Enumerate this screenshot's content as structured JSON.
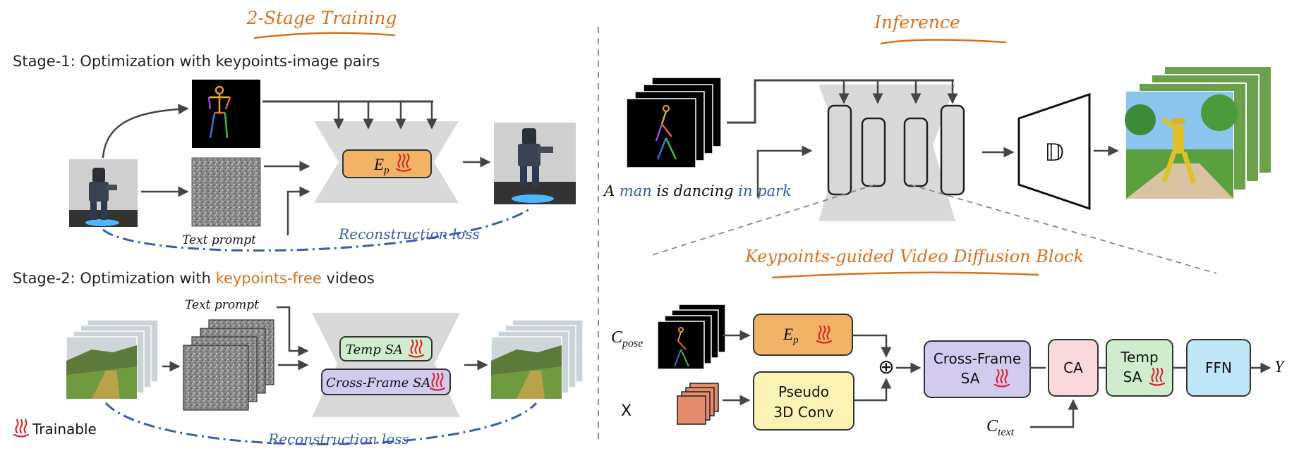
{
  "colors": {
    "orange": "#d8701f",
    "blue": "#3a5fa8",
    "ep_fill": "#f2b366",
    "temp_fill": "#cfeccf",
    "cross_fill": "#d3cbef",
    "ca_fill": "#fbd9dc",
    "ffn_fill": "#bfe6f7",
    "pseudo_fill": "#fbf3b3",
    "unet_fill": "#d9d9d9",
    "trainable_icon": "#d9242b"
  },
  "training": {
    "title": "2-Stage Training",
    "stage1": {
      "heading": "Stage-1: Optimization with keypoints-image pairs",
      "text_prompt": "Text prompt",
      "encoder": {
        "main": "E",
        "sub": "p"
      },
      "loss": "Reconstruction loss"
    },
    "stage2": {
      "heading_before": "Stage-2: Optimization with ",
      "heading_highlight": "keypoints-free",
      "heading_after": " videos",
      "text_prompt": "Text prompt",
      "temp_sa": "Temp SA",
      "cross_frame_sa": "Cross-Frame SA",
      "loss": "Reconstruction loss"
    },
    "trainable_label": "Trainable"
  },
  "inference": {
    "title": "Inference",
    "prompt": [
      {
        "text": "A ",
        "highlight": false
      },
      {
        "text": "man",
        "highlight": true
      },
      {
        "text": " is dancing ",
        "highlight": false
      },
      {
        "text": "in park",
        "highlight": true
      }
    ],
    "decoder_symbol": "𝔻"
  },
  "block": {
    "title": "Keypoints-guided Video Diffusion Block",
    "c_pose": {
      "main": "C",
      "sub": "pose"
    },
    "x_label": "X",
    "encoder": {
      "main": "E",
      "sub": "p"
    },
    "pseudo_line1": "Pseudo",
    "pseudo_line2": "3D Conv",
    "plus": "⊕",
    "cross_line1": "Cross-Frame",
    "cross_line2": "SA",
    "ca": "CA",
    "temp_line1": "Temp",
    "temp_line2": "SA",
    "ffn": "FFN",
    "y_label": "Y",
    "c_text": {
      "main": "C",
      "sub": "text"
    }
  }
}
